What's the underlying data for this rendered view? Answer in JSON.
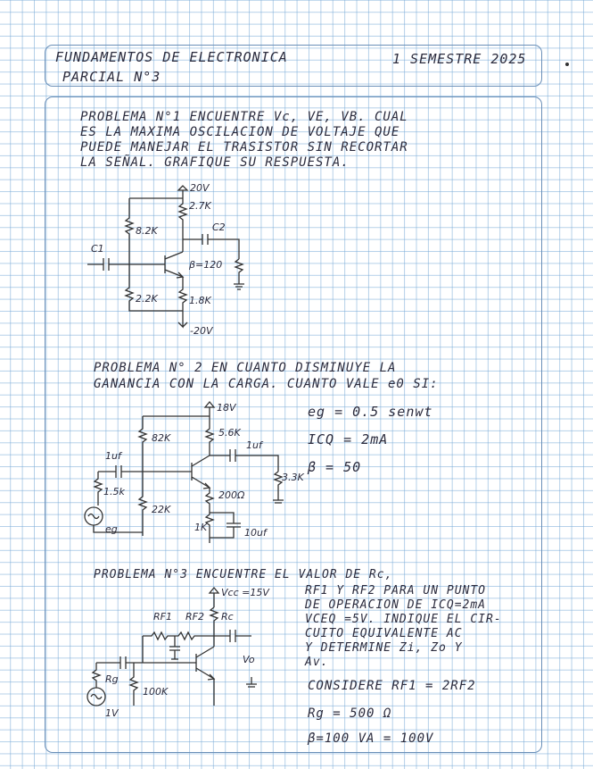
{
  "header": {
    "course": "FUNDAMENTOS DE ELECTRONICA",
    "exam": "PARCIAL N°3",
    "semester": "1 SEMESTRE 2025"
  },
  "problem1": {
    "text": [
      "PROBLEMA N°1   ENCUENTRE Vc, VE, VB. CUAL",
      "ES LA MAXIMA OSCILACION DE VOLTAJE QUE",
      "PUEDE MANEJAR EL TRASISTOR SIN RECORTAR",
      "LA SEÑAL. GRAFIQUE SU RESPUESTA."
    ],
    "circuit": {
      "vpos": "20V",
      "vneg": "-20V",
      "rc": "2.7K",
      "r1": "8.2K",
      "r2": "2.2K",
      "re": "1.8K",
      "c1": "C1",
      "c2": "C2",
      "beta": "β=120"
    }
  },
  "problem2": {
    "text": [
      "PROBLEMA N° 2   EN CUANTO DISMINUYE LA",
      "GANANCIA CON LA CARGA. CUANTO VALE e0 SI:"
    ],
    "circuit": {
      "vcc": "18V",
      "r1": "82K",
      "rc": "5.6K",
      "cin": "1uf",
      "cout": "1uf",
      "rs": "1.5k",
      "r2": "22K",
      "re1": "200Ω",
      "re2": "1K",
      "ce": "10uf",
      "rl": "3.3K",
      "source": "eg"
    },
    "givens": [
      "eg = 0.5 senwt",
      "ICQ = 2mA",
      "β = 50"
    ]
  },
  "problem3": {
    "text": [
      "PROBLEMA N°3    ENCUENTRE EL VALOR DE Rc,",
      "RF1 Y RF2 PARA UN PUNTO",
      "DE OPERACION DE ICQ=2mA",
      "VCEQ =5V. INDIQUE EL CIR-",
      "CUITO EQUIVALENTE AC",
      "Y DETERMINE Zi, Zo Y",
      "Av."
    ],
    "circuit": {
      "vcc": "Vcc =15V",
      "rf1": "RF1",
      "rf2": "RF2",
      "rc": "Rc",
      "rg": "Rg",
      "r100k": "100K",
      "source": "1V",
      "vo": "Vo"
    },
    "givens": [
      "CONSIDERE RF1 = 2RF2",
      "Rg = 500 Ω",
      "β=100    VA = 100V"
    ]
  }
}
